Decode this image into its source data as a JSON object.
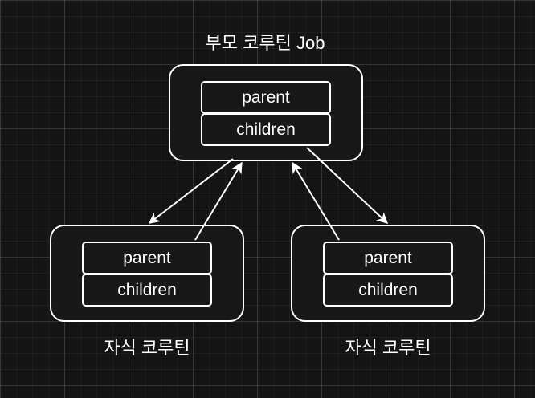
{
  "parent_node": {
    "caption": "부모 코루틴 Job",
    "field_parent": "parent",
    "field_children": "children"
  },
  "child_left": {
    "caption": "자식 코루틴",
    "field_parent": "parent",
    "field_children": "children"
  },
  "child_right": {
    "caption": "자식 코루틴",
    "field_parent": "parent",
    "field_children": "children"
  },
  "colors": {
    "background": "#141414",
    "stroke": "#ffffff"
  }
}
